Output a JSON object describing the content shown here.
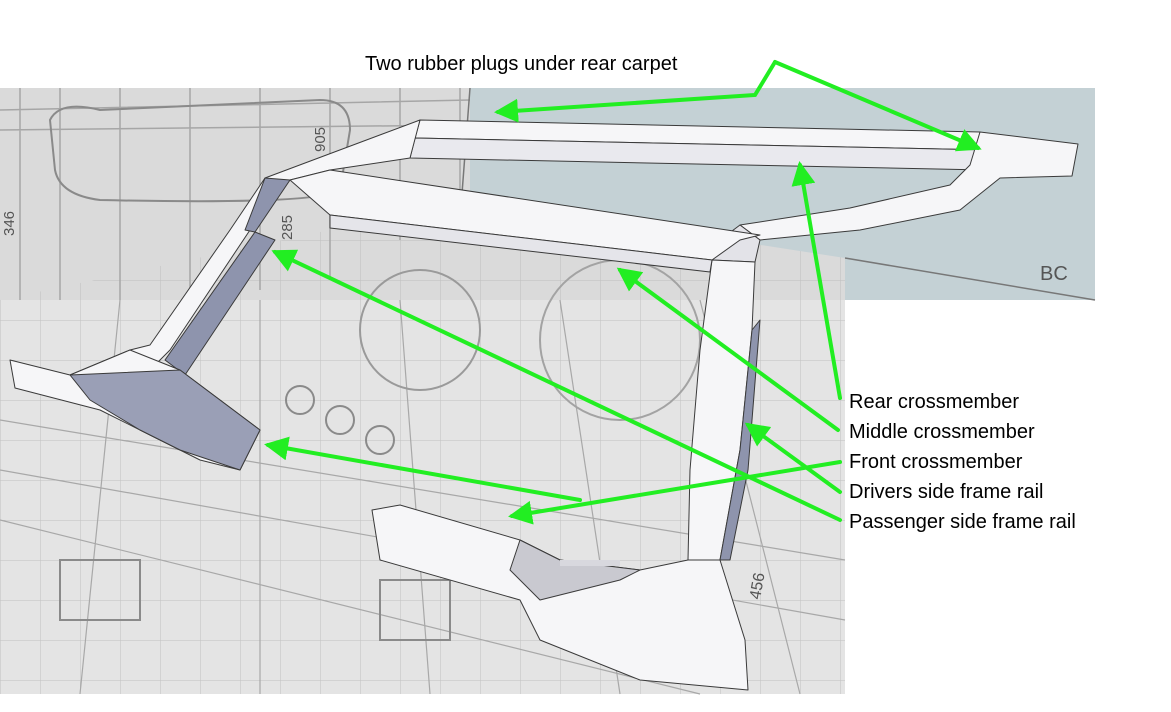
{
  "diagram": {
    "labels": {
      "rubber_plugs": "Two rubber plugs under rear carpet",
      "rear_crossmember": "Rear crossmember",
      "middle_crossmember": "Middle crossmember",
      "front_crossmember": "Front crossmember",
      "drivers_rail": "Drivers side frame rail",
      "passenger_rail": "Passenger side frame rail"
    },
    "blueprint_text": {
      "dim_905": "905",
      "dim_285": "285",
      "dim_346": "346",
      "dim_456": "456",
      "corner_text": "BC"
    },
    "colors": {
      "arrow": "#22ee22",
      "label_text": "#000000",
      "frame_face": "#f6f6f8",
      "frame_side": "#8e94ad",
      "blueprint_bg": "#e2e2e2",
      "sky_panel": "#c4d1d5"
    }
  }
}
